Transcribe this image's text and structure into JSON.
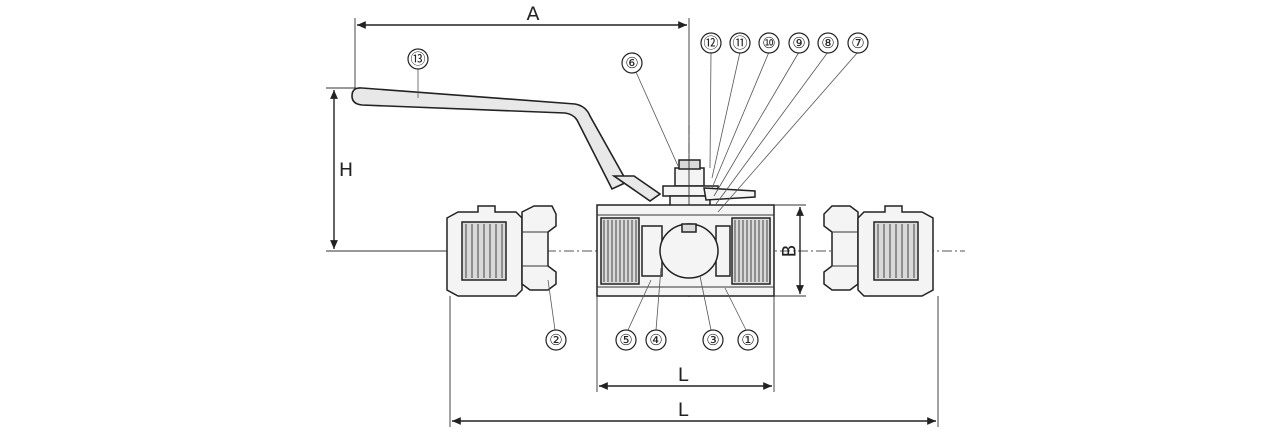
{
  "dimensions": {
    "A": "A",
    "H": "H",
    "B": "B",
    "L_body": "L",
    "L_overall": "L"
  },
  "callouts": {
    "c1": "①",
    "c2": "②",
    "c3": "③",
    "c4": "④",
    "c5": "⑤",
    "c6": "⑥",
    "c7": "⑦",
    "c8": "⑧",
    "c9": "⑨",
    "c10": "⑩",
    "c11": "⑪",
    "c12": "⑫",
    "c13": "⑬"
  }
}
